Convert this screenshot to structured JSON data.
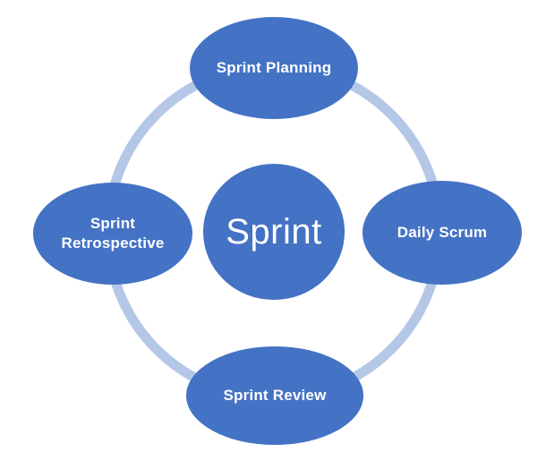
{
  "diagram": {
    "type": "cycle",
    "center": {
      "id": "sprint",
      "label": "Sprint"
    },
    "nodes": [
      {
        "id": "sprint-planning",
        "label": "Sprint Planning",
        "position": "top"
      },
      {
        "id": "daily-scrum",
        "label": "Daily Scrum",
        "position": "right"
      },
      {
        "id": "sprint-review",
        "label": "Sprint Review",
        "position": "bottom"
      },
      {
        "id": "sprint-retrospective",
        "label": "Sprint Retrospective",
        "position": "left"
      }
    ],
    "colors": {
      "node_fill": "#4472C4",
      "ring": "#B4C7E7",
      "text": "#FFFFFF",
      "background": "#FFFFFF"
    }
  }
}
